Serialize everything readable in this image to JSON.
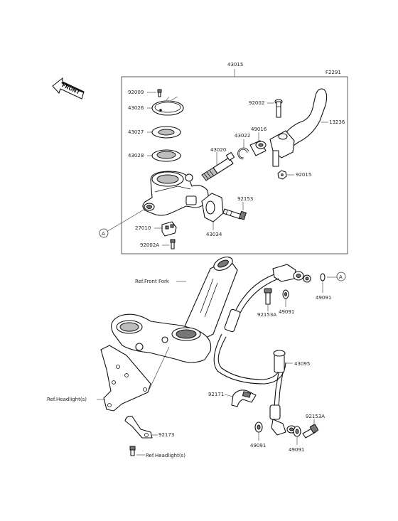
{
  "figure_code": "F2291",
  "front_label": "FRONT",
  "callout_a": "A",
  "parts": {
    "p43015": "43015",
    "p92009": "92009",
    "p43026": "43026",
    "p43027": "43027",
    "p43028": "43028",
    "p43020": "43020",
    "p43022": "43022",
    "p49016": "49016",
    "p92002": "92002",
    "p13236": "13236",
    "p92015": "92015",
    "p92153": "92153",
    "p43034": "43034",
    "p27010": "27010",
    "p92002a": "92002A",
    "p49091_top": "49091",
    "p92153a_top": "92153A",
    "p49091_mid": "49091",
    "p43095": "43095",
    "p92171": "92171",
    "p92153a_bot": "92153A",
    "p49091_bl": "49091",
    "p49091_br": "49091",
    "p92173": "92173"
  },
  "refs": {
    "front_fork": "Ref.Front Fork",
    "headlight_1": "Ref.Headlight(s)",
    "headlight_2": "Ref.Headlight(s)"
  }
}
